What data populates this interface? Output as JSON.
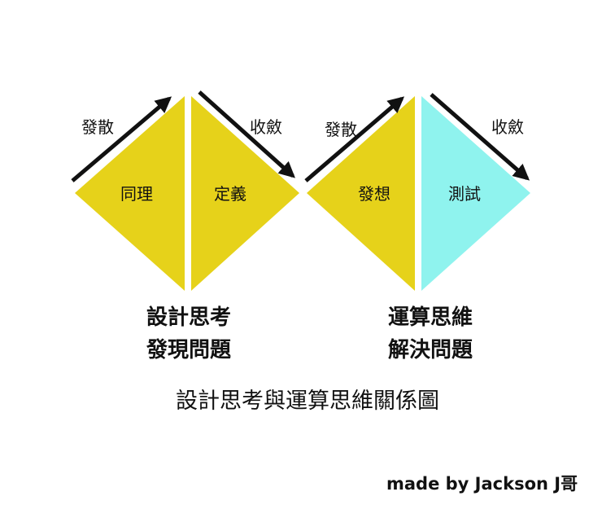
{
  "colors": {
    "yellow": "#E6D21A",
    "cyan": "#8FF3EE",
    "arrow": "#111111",
    "text": "#111111"
  },
  "arrows": {
    "diverge": "發散",
    "converge": "收斂"
  },
  "left_group": {
    "diverge_label": "發散",
    "converge_label": "收斂",
    "left_shape": "同理",
    "right_shape": "定義",
    "heading_line1": "設計思考",
    "heading_line2": "發現問題"
  },
  "right_group": {
    "diverge_label": "發散",
    "converge_label": "收斂",
    "left_shape": "發想",
    "right_shape": "測試",
    "heading_line1": "運算思維",
    "heading_line2": "解決問題"
  },
  "caption": "設計思考與運算思維關係圖",
  "credit": "made by Jackson J哥"
}
